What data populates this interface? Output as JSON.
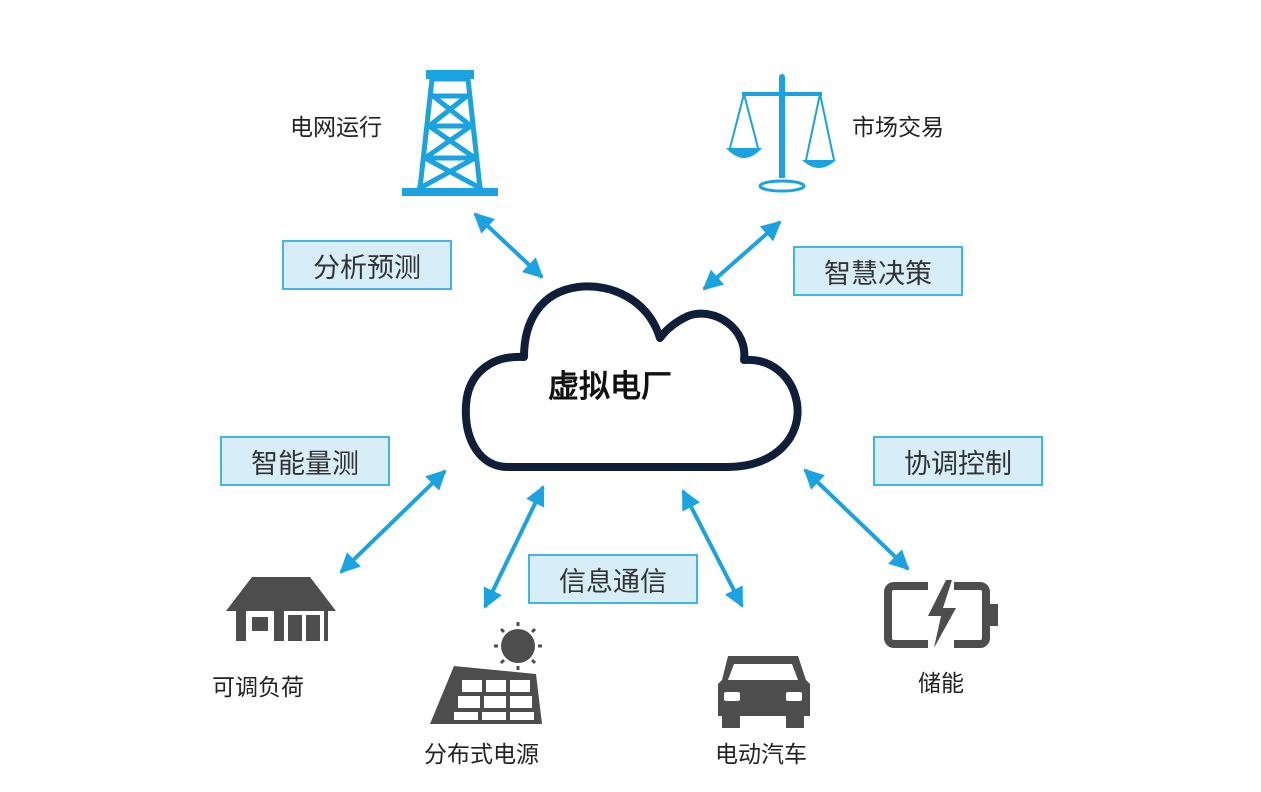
{
  "center": {
    "label": "虚拟电厂"
  },
  "nodes": {
    "grid": "电网运行",
    "market": "市场交易",
    "load": "可调负荷",
    "solar": "分布式电源",
    "ev": "电动汽车",
    "storage": "储能"
  },
  "functions": {
    "analysis": "分析预测",
    "decision": "智慧决策",
    "measurement": "智能量测",
    "control": "协调控制",
    "communication": "信息通信"
  },
  "colors": {
    "accent": "#1aa3e0",
    "tag_fill": "#d7eef8",
    "tag_border": "#3fb6e6",
    "cloud_stroke": "#0f1f3a",
    "icon_gray": "#4d4d4d"
  },
  "icons": [
    "power-tower-icon",
    "scales-icon",
    "house-icon",
    "solar-panel-icon",
    "car-icon",
    "battery-icon"
  ]
}
